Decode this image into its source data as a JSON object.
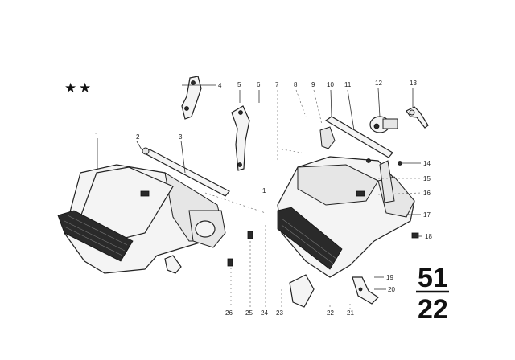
{
  "diagram": {
    "stars": [
      "★",
      "★"
    ],
    "group_number_top": "51",
    "group_number_bottom": "22",
    "callouts_top": [
      "1",
      "2",
      "3",
      "4",
      "5",
      "6",
      "7",
      "8",
      "9",
      "10",
      "11",
      "12",
      "13"
    ],
    "callouts_right": [
      "14",
      "15",
      "16",
      "17",
      "18",
      "19",
      "20"
    ],
    "callouts_bottom": [
      "26",
      "25",
      "24",
      "23",
      "22",
      "21"
    ],
    "callout_center": "1"
  },
  "colors": {
    "ink": "#222222",
    "paper": "#ffffff"
  }
}
